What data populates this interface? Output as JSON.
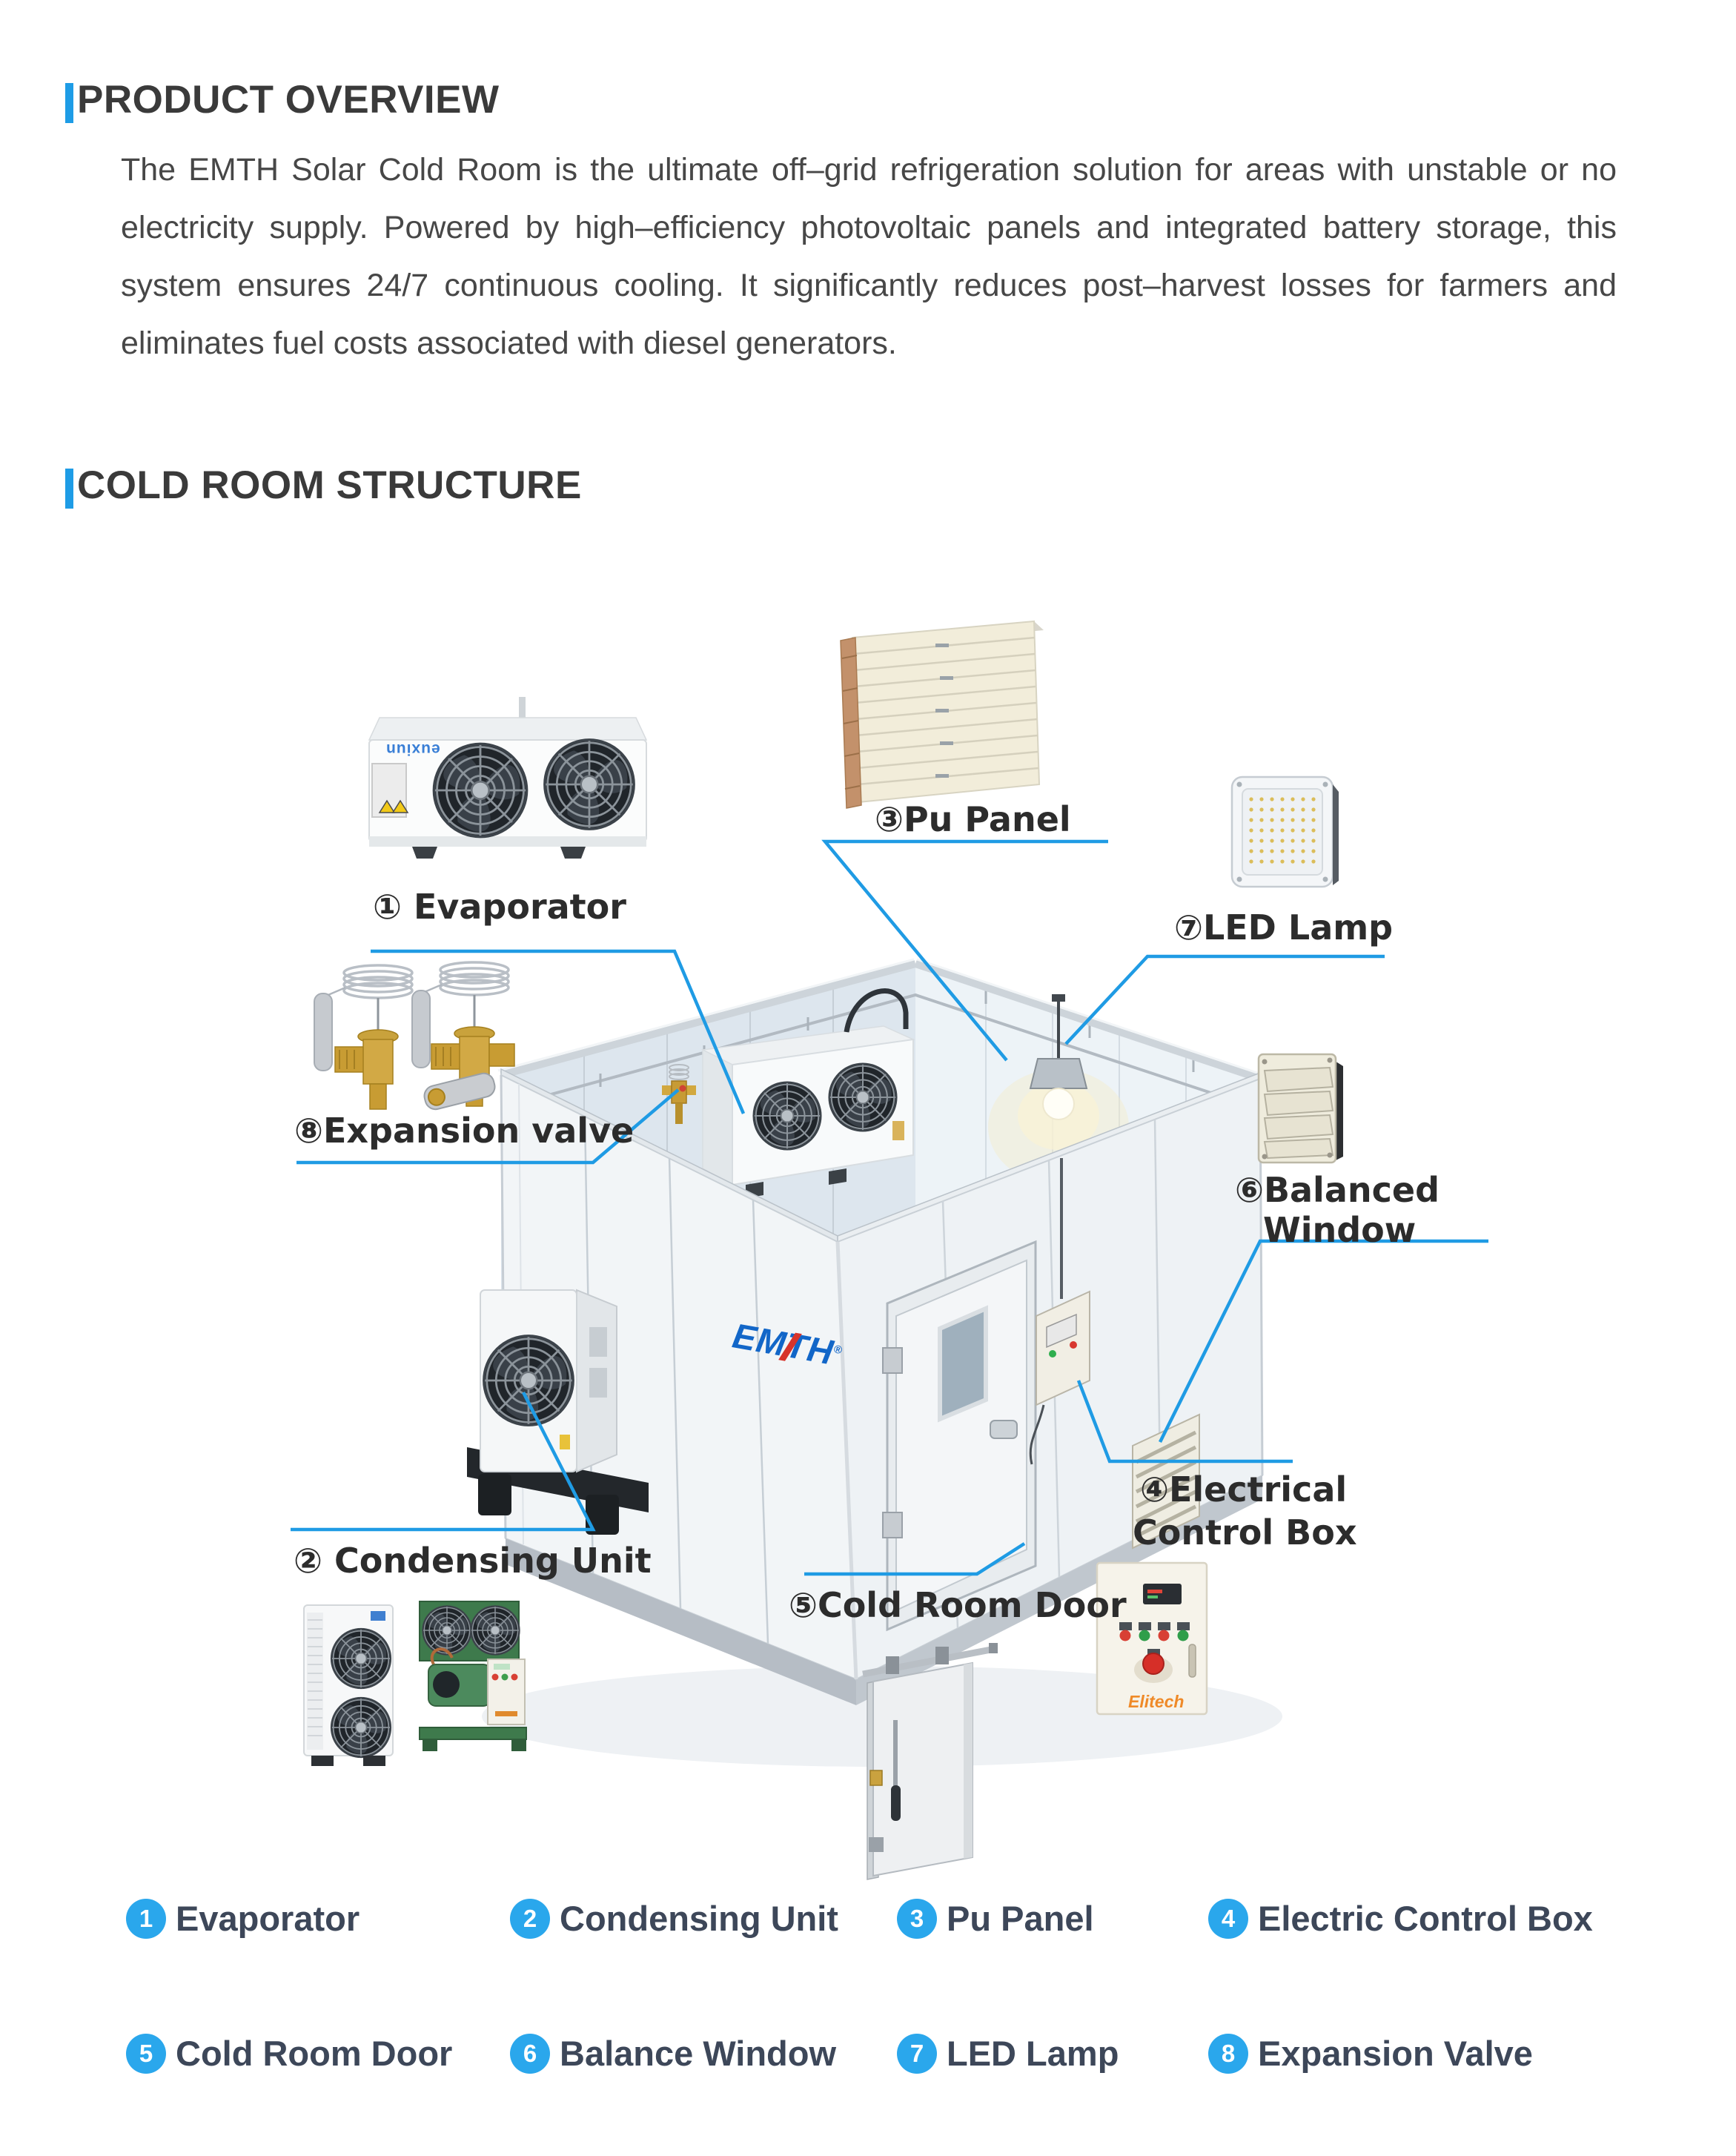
{
  "colors": {
    "accent": "#1e9ce6",
    "callout_line": "#1f9be4",
    "legend_badge": "#2aa7ec",
    "legend_text": "#3d4759",
    "heading_text": "#3a3a3a",
    "body_text": "#474747"
  },
  "overview": {
    "title": "PRODUCT OVERVIEW",
    "body": "The EMTH Solar Cold Room is the ultimate off–grid refrigeration solution for areas with unstable or no electricity supply. Powered by high–efficiency photovoltaic panels and integrated battery storage, this system ensures 24/7 continuous cooling. It significantly reduces post–harvest losses for farmers and eliminates fuel costs associated with diesel generators."
  },
  "structure": {
    "title": "COLD ROOM STRUCTURE"
  },
  "diagram": {
    "labels": {
      "evaporator": "① Evaporator",
      "condensing_unit": "② Condensing Unit",
      "pu_panel": "③Pu Panel",
      "electrical_line1": "④Electrical",
      "electrical_line2": "Control Box",
      "cold_room_door": "⑤Cold Room Door",
      "balanced_line1": "⑥Balanced",
      "balanced_line2": "Window",
      "led_lamp": "⑦LED Lamp",
      "expansion_valve": "⑧Expansion valve"
    },
    "room_logo": "EMTH",
    "room_logo_reg": "®",
    "evaporator_brand": "euxiun",
    "control_box_brand": "Elitech"
  },
  "legend": {
    "items": [
      {
        "num": "1",
        "label": "Evaporator"
      },
      {
        "num": "2",
        "label": "Condensing Unit"
      },
      {
        "num": "3",
        "label": "Pu Panel"
      },
      {
        "num": "4",
        "label": "Electric Control Box"
      },
      {
        "num": "5",
        "label": "Cold Room Door"
      },
      {
        "num": "6",
        "label": "Balance Window"
      },
      {
        "num": "7",
        "label": "LED Lamp"
      },
      {
        "num": "8",
        "label": "Expansion Valve"
      }
    ]
  }
}
